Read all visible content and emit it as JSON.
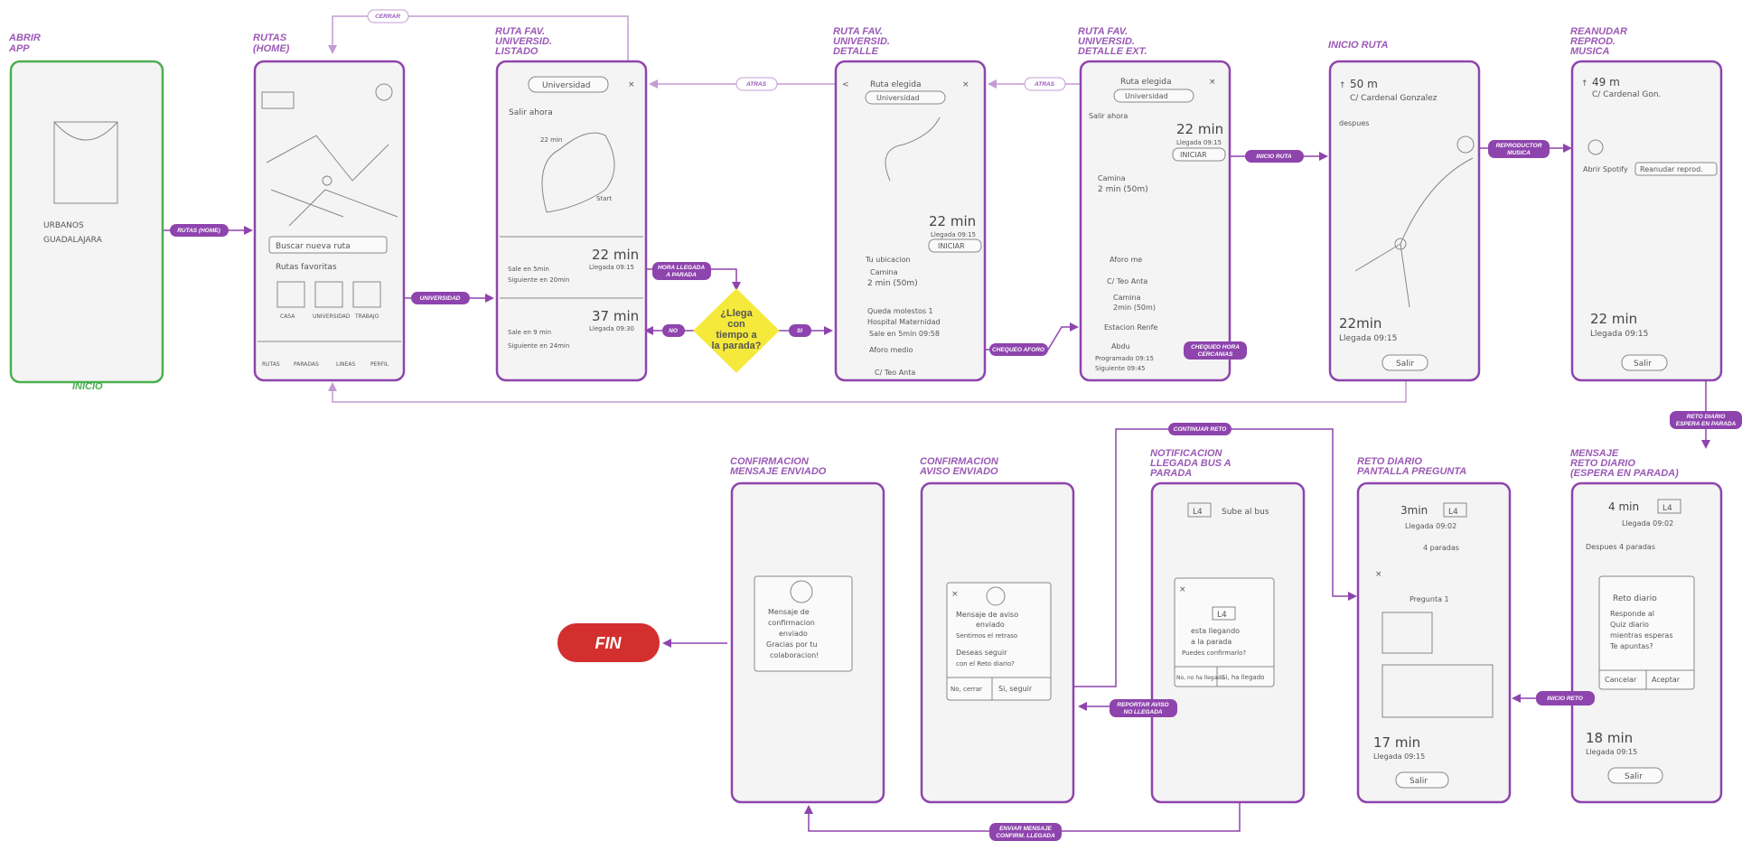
{
  "colors": {
    "purple": "#8e44ad",
    "light_purple": "#c39bd3",
    "green": "#4caf50",
    "yellow": "#f5e93b",
    "red": "#d32f2f"
  },
  "screens": {
    "abrir": {
      "title1": "ABRIR",
      "title2": "APP",
      "start": "INICIO",
      "brand1": "URBANOS",
      "brand2": "GUADALAJARA"
    },
    "home": {
      "title1": "RUTAS",
      "title2": "(HOME)",
      "search": "Buscar nueva ruta",
      "favs": "Rutas favoritas",
      "fav1": "CASA",
      "fav2": "UNIVERSIDAD",
      "fav3": "TRABAJO",
      "nav1": "RUTAS",
      "nav2": "PARADAS",
      "nav3": "LINEAS",
      "nav4": "PERFIL"
    },
    "listado": {
      "title1": "RUTA FAV.",
      "title2": "UNIVERSID.",
      "title3": "LISTADO",
      "chip": "Universidad",
      "salir": "Salir ahora",
      "r1_time": "22 min",
      "r1_arr": "Llegada 09:15",
      "r1_s1": "Sale en 5min",
      "r1_s2": "Siguiente en 20min",
      "r2_time": "37 min",
      "r2_arr": "Llegada 09:30",
      "r2_s1": "Sale en 9 min",
      "r2_s2": "Siguiente en 24min",
      "m1": "22 min",
      "m2": "Start"
    },
    "detalle": {
      "title1": "RUTA FAV.",
      "title2": "UNIVERSID.",
      "title3": "DETALLE",
      "head": "Ruta elegida",
      "chip": "Universidad",
      "time": "22 min",
      "arr": "Llegada 09:15",
      "iniciar": "INICIAR",
      "u1": "Tu ubicacion",
      "u2": "Camina",
      "u3": "2 min (50m)",
      "u4": "Queda molestos 1",
      "u5": "Hospital Maternidad",
      "u6": "Sale en 5min 09:58",
      "u7": "Aforo medio",
      "u8": "C/ Teo Anta"
    },
    "detalle_ext": {
      "title1": "RUTA FAV.",
      "title2": "UNIVERSID.",
      "title3": "DETALLE EXT.",
      "head": "Ruta elegida",
      "chip": "Universidad",
      "salir": "Salir ahora",
      "time": "22 min",
      "arr": "Llegada 09:15",
      "iniciar": "INICIAR",
      "c1": "Camina",
      "c2": "2 min (50m)",
      "aforo": "Aforo me",
      "p1": "C/ Teo Anta",
      "c3": "Camina",
      "c4": "2min (50m)",
      "est": "Estacion Renfe",
      "ab": "Abdu",
      "pr": "Programado 09:15",
      "sg": "Siguiente 09:45"
    },
    "inicio": {
      "title1": "INICIO RUTA",
      "dist": "50 m",
      "street": "C/ Cardenal Gonzalez",
      "despues": "despues",
      "time": "22min",
      "arr": "Llegada 09:15",
      "salir": "Salir"
    },
    "reanudar": {
      "title1": "REANUDAR",
      "title2": "REPROD.",
      "title3": "MUSICA",
      "dist": "49 m",
      "street": "C/ Cardenal Gon.",
      "abrir": "Abrir Spotify",
      "reanudar": "Reanudar reprod.",
      "time": "22 min",
      "arr": "Llegada 09:15",
      "salir": "Salir"
    },
    "mensaje": {
      "title1": "MENSAJE",
      "title2": "RETO DIARIO",
      "title3": "(ESPERA EN PARADA)",
      "time": "4 min",
      "line": "L4",
      "arr": "Llegada 09:02",
      "despues": "Despues 4 paradas",
      "reto": "Reto diario",
      "body1": "Responde al",
      "body2": "Quiz diario",
      "body3": "mientras esperas",
      "body4": "Te apuntas?",
      "cancel": "Cancelar",
      "accept": "Aceptar",
      "time2": "18 min",
      "arr2": "Llegada 09:15",
      "salir": "Salir"
    },
    "pregunta": {
      "title1": "RETO DIARIO",
      "title2": "PANTALLA PREGUNTA",
      "time": "3min",
      "line": "L4",
      "arr": "Llegada 09:02",
      "paradas": "4 paradas",
      "preg": "Pregunta 1",
      "time2": "17 min",
      "arr2": "Llegada 09:15",
      "salir": "Salir"
    },
    "notif": {
      "title1": "NOTIFICACION",
      "title2": "LLEGADA BUS A",
      "title3": "PARADA",
      "line": "L4",
      "sube": "Sube al bus",
      "b1": "esta llegando",
      "b2": "a la parada",
      "b3": "Puedes confirmarlo?",
      "no": "No, no ha llegado",
      "si": "Si, ha llegado"
    },
    "aviso": {
      "title1": "CONFIRMACION",
      "title2": "AVISO ENVIADO",
      "b1": "Mensaje de aviso",
      "b2": "enviado",
      "b3": "Sentimos el retraso",
      "b4": "Deseas seguir",
      "b5": "con el Reto diario?",
      "no": "No, cerrar",
      "si": "Si, seguir"
    },
    "conf": {
      "title1": "CONFIRMACION",
      "title2": "MENSAJE ENVIADO",
      "b1": "Mensaje de",
      "b2": "confirmacion",
      "b3": "enviado",
      "b4": "Gracias por tu",
      "b5": "colaboracion!"
    }
  },
  "flow": {
    "rutas_home": "RUTAS (HOME)",
    "universidad": "UNIVERSIDAD",
    "cerrar": "CERRAR",
    "atras": "ATRAS",
    "hora1": "HORA LLEGADA",
    "hora2": "A PARADA",
    "decision1": "¿Llega",
    "decision2": "con",
    "decision3": "tiempo a",
    "decision4": "la parada?",
    "no": "NO",
    "si": "SI",
    "chequeo_aforo": "CHEQUEO AFORO",
    "chequeo_hora1": "CHEQUEO HORA",
    "chequeo_hora2": "CERCANIAS",
    "inicio_ruta": "INICIO RUTA",
    "repro1": "REPRODUCTOR",
    "repro2": "MUSICA",
    "reto1": "RETO DIARIO",
    "reto2": "ESPERA EN PARADA",
    "continuar": "CONTINUAR RETO",
    "inicio_reto": "INICIO RETO",
    "reportar1": "REPORTAR AVISO",
    "reportar2": "NO LLEGADA",
    "enviar1": "ENVIAR MENSAJE",
    "enviar2": "CONFIRM. LLEGADA",
    "fin": "FIN"
  }
}
